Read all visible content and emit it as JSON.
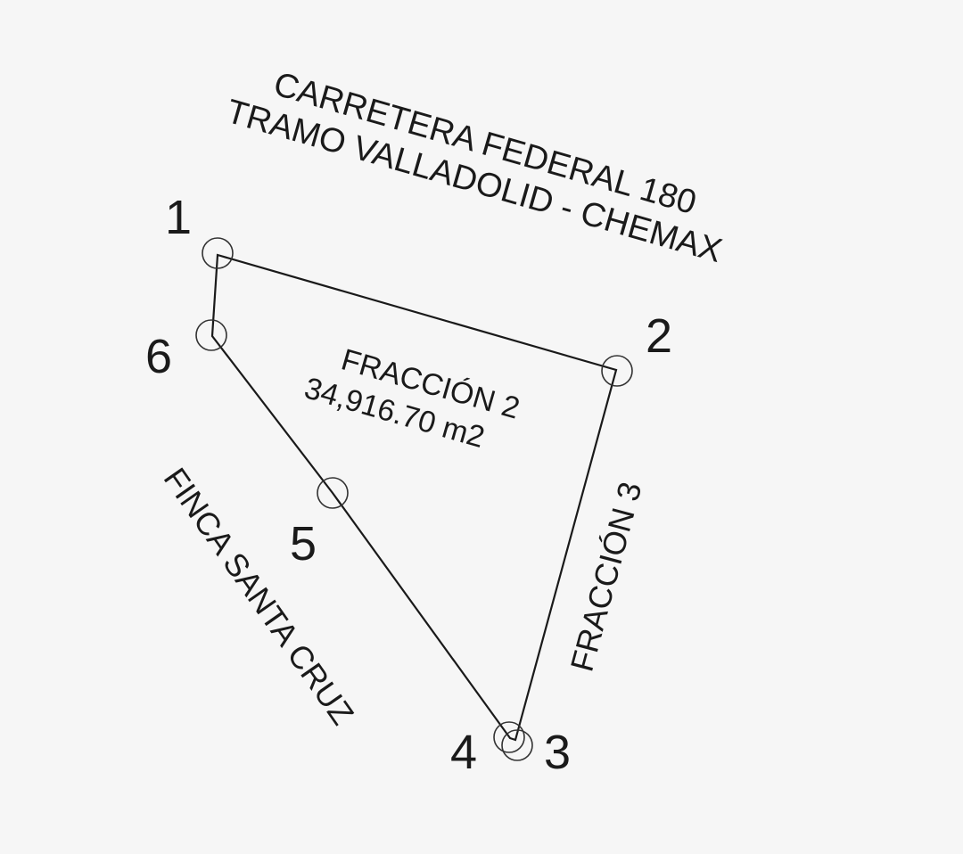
{
  "road": {
    "line1": "CARRETERA FEDERAL 180",
    "line2": "TRAMO VALLADOLID - CHEMAX"
  },
  "parcel": {
    "name": "FRACCIÓN 2",
    "area": "34,916.70 m2"
  },
  "neighbors": {
    "west": "FINCA SANTA CRUZ",
    "east": "FRACCIÓN 3"
  },
  "vertices": {
    "v1": "1",
    "v2": "2",
    "v3": "3",
    "v4": "4",
    "v5": "5",
    "v6": "6"
  }
}
